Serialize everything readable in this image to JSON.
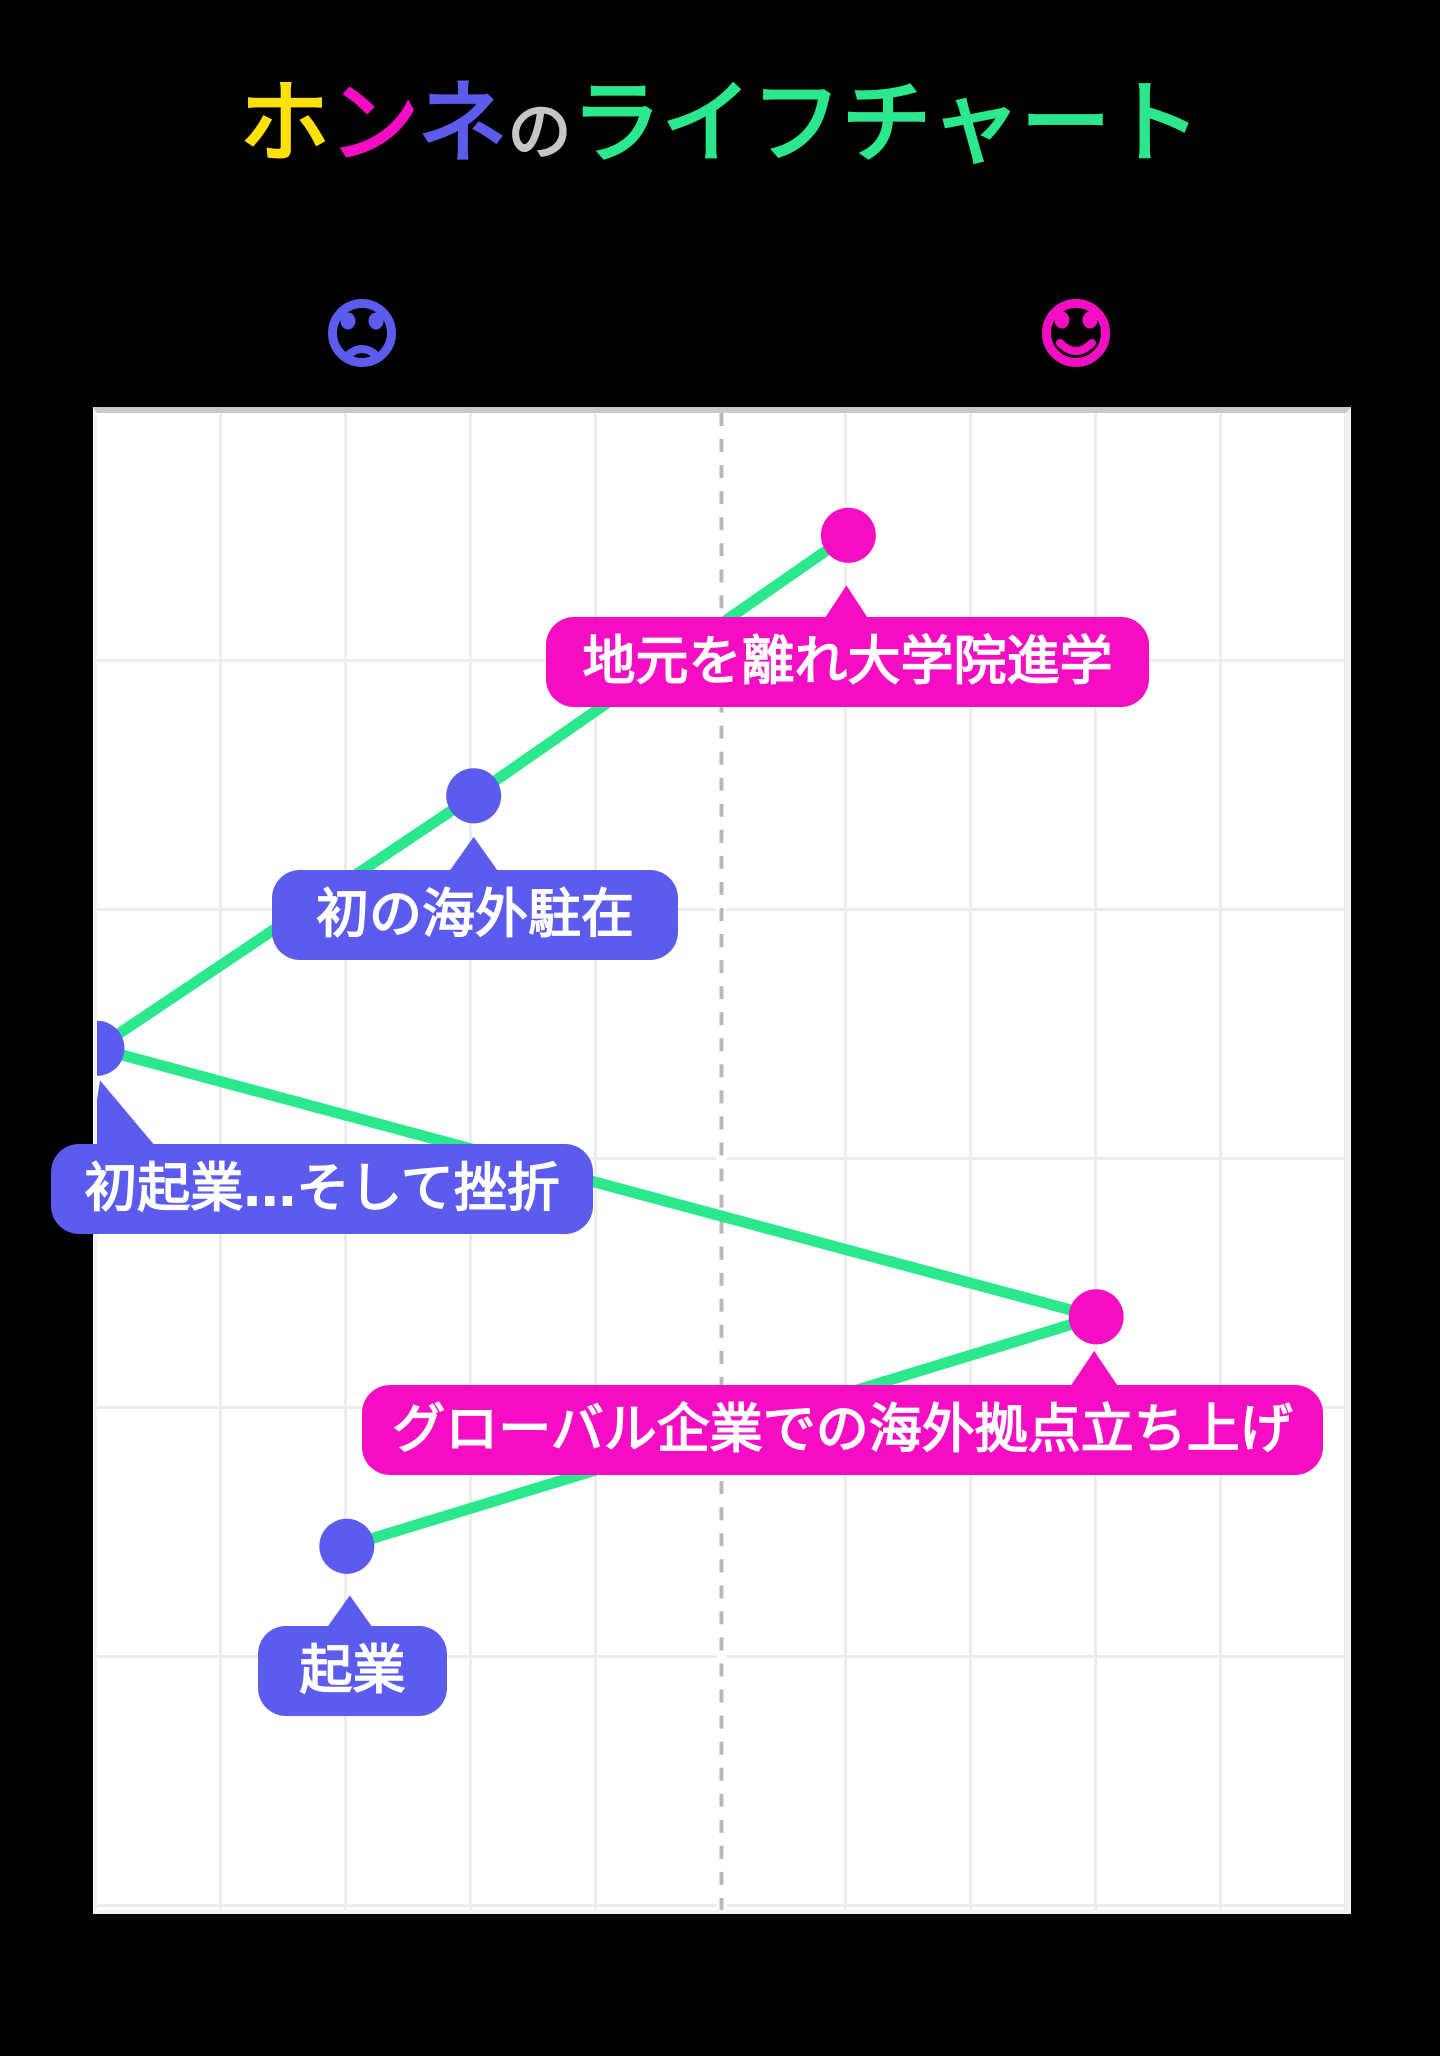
{
  "title": {
    "full_text": "ホンネのライフチャート",
    "segments": [
      {
        "text": "ホ",
        "color": "#ffe10a"
      },
      {
        "text": "ン",
        "color": "#f40dc3"
      },
      {
        "text": "ネ",
        "color": "#5b5bee"
      },
      {
        "text": "の",
        "color": "#c6c6c6"
      },
      {
        "text": "ライフチャート",
        "color": "#2be88c"
      }
    ]
  },
  "mood_legend": {
    "left_icon": "sad-face",
    "left_meaning": "unhappy",
    "left_color": "#5b5bee",
    "right_icon": "happy-face",
    "right_meaning": "happy",
    "right_color": "#f40dc3"
  },
  "palette": {
    "pink": "#f40dc3",
    "blue": "#5b5bee",
    "green": "#2be88c",
    "yellow": "#ffe10a",
    "gray": "#c6c6c6",
    "grid": "#ededed",
    "dash": "#b9b9b9",
    "chart-top-border": "#c9c9c9"
  },
  "chart_data": {
    "type": "line",
    "title": "ホンネのライフチャート",
    "orientation": "happiness on x-axis (sad left, happy right), life events flow downward in time",
    "x_axis": {
      "range": [
        -5,
        5
      ],
      "center_dashed_line_at": 0,
      "tick_spacing": 1
    },
    "y_axis": {
      "rows": 6,
      "direction": "top = earliest event"
    },
    "grid": {
      "columns": 10,
      "rows": 6,
      "grid_on": true,
      "legend_position": "none"
    },
    "line_color": "#2be88c",
    "points": [
      {
        "order": 1,
        "label": "地元を離れ大学院進学",
        "happiness": 1,
        "row": 0.49,
        "color": "#f40dc3"
      },
      {
        "order": 2,
        "label": "初の海外駐在",
        "happiness": -2,
        "row": 1.53,
        "color": "#5b5bee"
      },
      {
        "order": 3,
        "label": "初起業…そして挫折",
        "happiness": -5,
        "row": 2.55,
        "color": "#5b5bee"
      },
      {
        "order": 4,
        "label": "グローバル企業での海外拠点立ち上げ",
        "happiness": 3,
        "row": 3.62,
        "color": "#f40dc3"
      },
      {
        "order": 5,
        "label": "起業",
        "happiness": -3,
        "row": 4.54,
        "color": "#5b5bee"
      }
    ]
  }
}
